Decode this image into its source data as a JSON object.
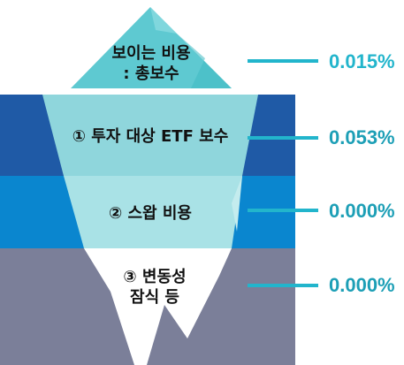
{
  "colors": {
    "band_dark_blue": "#1f5aa6",
    "band_mid_blue": "#0a86cf",
    "band_gray": "#7b7f99",
    "ice_top": "#5ec9d1",
    "ice_mid": "#8fd6dc",
    "ice_low": "#a9e2e6",
    "value_teal": "#22b5cc"
  },
  "tip": {
    "line1": "보이는 비용",
    "line2": ": 총보수",
    "value": "0.015%"
  },
  "layers": [
    {
      "label": "① 투자 대상 ETF 보수",
      "value": "0.053%"
    },
    {
      "label": "② 스왑 비용",
      "value": "0.000%"
    },
    {
      "label_line1": "③ 변동성",
      "label_line2": "잠식 등",
      "value": "0.000%"
    }
  ]
}
